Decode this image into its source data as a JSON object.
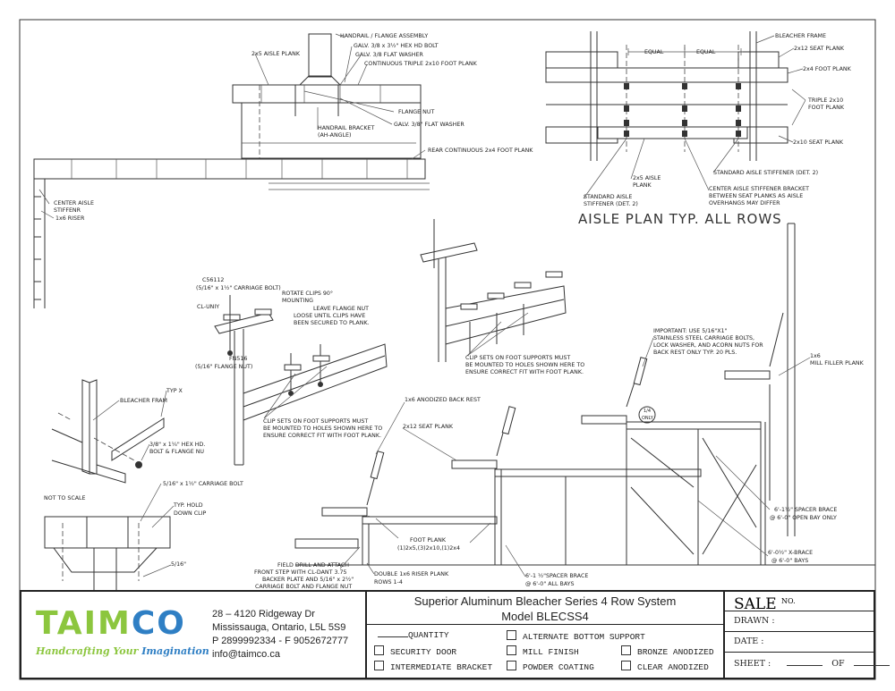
{
  "section_top": {
    "handrail_flange": "HANDRAIL / FLANGE ASSEMBLY",
    "hex_bolt": "GALV. 3/8 x 3½\" HEX HD BOLT",
    "flat_washer": "GALV. 3/8 FLAT WASHER",
    "triple_foot_plank": "CONTINUOUS TRIPLE 2x10 FOOT PLANK",
    "aisle_plank": "2x5 AISLE PLANK",
    "flange_nut": "FLANGE NUT",
    "flat_washer_2": "GALV. 3/8\" FLAT WASHER",
    "handrail_bracket": "HANDRAIL BRACKET",
    "ah_angle": "(AH-ANGLE)",
    "rear_foot_plank": "REAR CONTINUOUS 2x4 FOOT PLANK",
    "center_aisle_1": "CENTER AISLE",
    "center_aisle_2": "STIFFENR",
    "riser": "1x6 RISER"
  },
  "aisle_plan": {
    "bleacher_frame": "BLEACHER FRAME",
    "seat_plank_12": "2x12 SEAT PLANK",
    "foot_plank_4": "2x4 FOOT PLANK",
    "triple_1": "TRIPLE 2x10",
    "triple_2": "FOOT PLANK",
    "seat_plank_10": "2x10 SEAT PLANK",
    "equal": "EQUAL",
    "aisle_plank_1": "2x5 AISLE",
    "aisle_plank_2": "PLANK",
    "std_stiffener_right": "STANDARD AISLE STIFFENER (DET. 2)",
    "center_bracket_1": "CENTER AISLE STIFFENER BRACKET",
    "center_bracket_2": "BETWEEN SEAT PLANKS AS AISLE",
    "center_bracket_3": "OVERHANGS MAY DIFFER",
    "std_stiffener_left_1": "STANDARD AISLE",
    "std_stiffener_left_2": "STIFFENER (DET. 2)",
    "title": "AISLE PLAN TYP. ALL ROWS"
  },
  "clip_detail": {
    "c56112": "C56112",
    "carriage_bolt": "(5/16\" x 1½\" CARRIAGE BOLT)",
    "cl_uniy": "CL-UNIY",
    "rotate_1": "ROTATE CLIPS 90°",
    "rotate_2": "MOUNTING",
    "leave_1": "LEAVE FLANGE NUT",
    "leave_2": "LOOSE UNTIL CLIPS HAVE",
    "leave_3": "BEEN SECURED TO PLANK.",
    "fn516": "FN516",
    "flange_nut": "(5/16\" FLANGE NUT)",
    "clip_note_1": "CLIP SETS ON FOOT SUPPORTS MUST",
    "clip_note_2": "BE MOUNTED TO HOLES SHOWN HERE TO",
    "clip_note_3": "ENSURE CORRECT FIT WITH FOOT PLANK."
  },
  "frame_detail": {
    "bleacher_frame": "BLEACHER FRAM",
    "typ_x": "TYP X",
    "hex_bolt_1": "3/8\" x 1¼\" HEX HD.",
    "hex_bolt_2": "BOLT & FLANGE NU",
    "carriage_bolt": "5/16\" x 1½\" CARRIAGE BOLT",
    "not_to_scale": "NOT TO SCALE",
    "hold_down_1": "TYP. HOLD",
    "hold_down_2": "DOWN CLIP",
    "nut": "5/16\""
  },
  "elevation": {
    "back_rest": "1x6 ANODIZED BACK REST",
    "seat_plank": "2x12 SEAT PLANK",
    "important_1": "IMPORTANT: USE 5/16\"X1\"",
    "important_2": "STAINLESS STEEL CARRIAGE BOLTS,",
    "important_3": "LOCK WASHER, AND ACORN NUTS FOR",
    "important_4": "BACK REST ONLY TYP. 20 PLS.",
    "filler_1": "1x6",
    "filler_2": "MILL FILLER PLANK",
    "quarter_only_1": "1/4",
    "quarter_only_2": "ONLY",
    "spacer_open_1": "6'-1½\" SPACER BRACE",
    "spacer_open_2": "@ 6'-0\" OPEN BAY ONLY",
    "xbrace_1": "6'-0½\" X-BRACE",
    "xbrace_2": "@ 6'-0\" BAYS",
    "foot_plank_1": "FOOT PLANK",
    "foot_plank_2": "(1)2x5,(3)2x10,(1)2x4",
    "field_1": "FIELD DRILL AND ATTACH",
    "field_2": "FRONT STEP WITH CL-DANT 3.75",
    "field_3": "BACKER PLATE AND 5/16\" x 2½\"",
    "field_4": "CARRIAGE BOLT AND FLANGE NUT",
    "riser_1": "DOUBLE 1x6 RISER PLANK",
    "riser_2": "ROWS 1-4",
    "spacer_all_1": "6'-1 ½\"SPACER BRACE",
    "spacer_all_2": "@ 6'-0\" ALL BAYS"
  },
  "title_block": {
    "logo_green": "TAIM",
    "logo_blue": "CO",
    "tagline_green": "Handcrafting Your ",
    "tagline_blue": "Imagination",
    "address_1": "28 – 4120 Ridgeway Dr",
    "address_2": "Mississauga, Ontario, L5L 5S9",
    "phone": "P 2899992334 - F 9052672777",
    "email": "info@taimco.ca",
    "title_1": "Superior Aluminum Bleacher Series 4 Row System",
    "title_2": "Model BLECSS4",
    "quantity": "QUANTITY",
    "options": {
      "security_door": "SECURITY DOOR",
      "intermediate_bracket": "INTERMEDIATE BRACKET",
      "alternate_bottom": "ALTERNATE BOTTOM SUPPORT",
      "mill_finish": "MILL FINISH",
      "powder_coating": "POWDER COATING",
      "bronze_anodized": "BRONZE ANODIZED",
      "clear_anodized": "CLEAR ANODIZED"
    },
    "sale": "SALE",
    "sale_no": "NO.",
    "drawn": "DRAWN :",
    "date": "DATE :",
    "sheet": "SHEET :",
    "of": "OF"
  },
  "colors": {
    "logo_green": "#8cc63e",
    "logo_blue": "#2f7fc4"
  }
}
